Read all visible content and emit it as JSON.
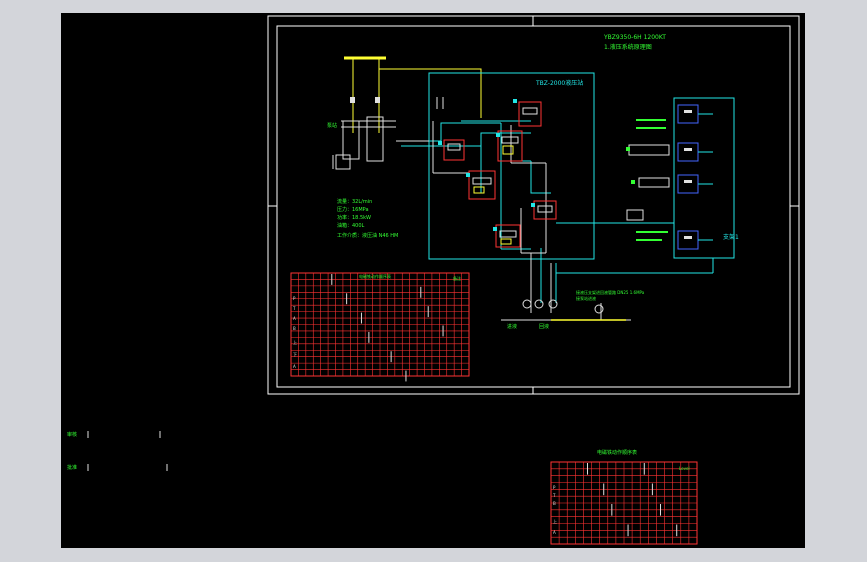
{
  "drawing": {
    "title_block": {
      "line1": "YBZ9350-6H 1200KT",
      "line2": "1.液压系统原理图"
    },
    "central_box_title": "TBZ-2000液压站",
    "right_group_label": "支架1",
    "spec_notes": [
      "流量：32L/min",
      "压力：16MPa",
      "功率：18.5kW",
      "油箱：400L",
      "工作介质：液压油 N46 HM"
    ],
    "pipe_note": "接液压支架进回液管路 DN25 1.6MPa",
    "pipe_note2": "接泵站进液",
    "pump_label_left": "进液",
    "pump_label_right": "回液",
    "left_unit_label": "泵站",
    "main_table_title": "电磁铁动作顺序表",
    "main_table_corner": "备注",
    "main_table_rows_top": [
      "P",
      "T",
      "A",
      "B"
    ],
    "main_table_rows_bottom": [
      "上",
      "下",
      "A"
    ],
    "bottom_table_title": "电磁铁动作顺序表",
    "bottom_table_corner": "Level",
    "bottom_table_rows": [
      "P",
      "T",
      "B",
      "上",
      "A"
    ],
    "side_marks": [
      "审核",
      "批准"
    ],
    "colors": {
      "background": "#000000",
      "frame": "#ffffff",
      "pipe_main": "#ffff33",
      "pipe_pressure": "#22e6e6",
      "component": "#ff3333",
      "label": "#33ff33",
      "symbol": "#4466ff",
      "ui_chrome": "#d3d5da"
    }
  }
}
